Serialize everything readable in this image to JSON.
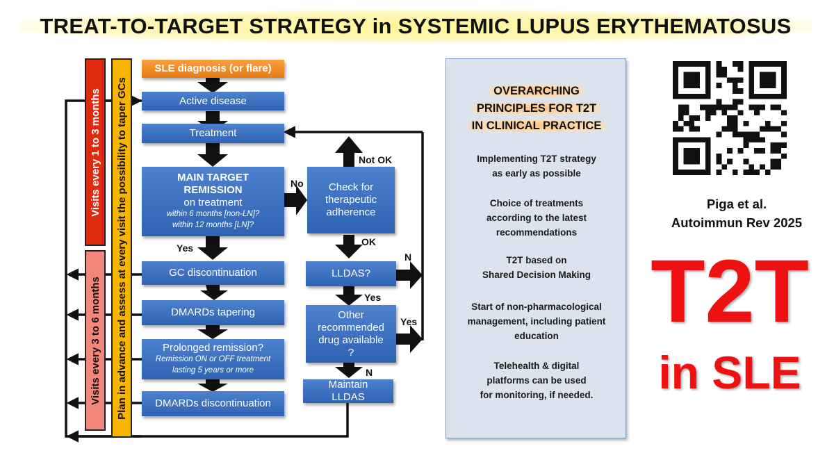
{
  "title": "TREAT-TO-TARGET STRATEGY in SYSTEMIC LUPUS ERYTHEMATOSUS",
  "colors": {
    "box_blue": "#3a6fc0",
    "box_orange": "#f08a24",
    "bar_red": "#e02a10",
    "bar_salmon": "#f4877b",
    "bar_yellow": "#f7b500",
    "panel_bg": "#dbe3ee",
    "accent_red": "#ee1111"
  },
  "sidebars": {
    "visits_1_3": "Visits every 1 to 3 months",
    "visits_3_6": "Visits every 3 to 6 months",
    "plan": "Plan in advance and assess at every visit the possibility to taper GCs"
  },
  "flow": {
    "diagnosis": "SLE diagnosis (or flare)",
    "active": "Active disease",
    "treatment": "Treatment",
    "main_target": {
      "line1": "MAIN TARGET",
      "line2": "REMISSION",
      "line3": "on treatment",
      "line4": "within 6 months [non-LN]?",
      "line5": "within 12 months [LN]?"
    },
    "gc_disc": "GC discontinuation",
    "dmards_taper": "DMARDs tapering",
    "prolonged": {
      "line1": "Prolonged remission?",
      "line2": "Remission ON or OFF treatment",
      "line3": "lasting 5 years or more"
    },
    "dmards_disc": "DMARDs discontinuation",
    "adherence": {
      "line1": "Check for",
      "line2": "therapeutic",
      "line3": "adherence"
    },
    "lldas": "LLDAS?",
    "other_drug": {
      "line1": "Other",
      "line2": "recommended",
      "line3": "drug available",
      "line4": "?"
    },
    "maintain": {
      "line1": "Maintain",
      "line2": "LLDAS"
    }
  },
  "labels": {
    "yes_main": "Yes",
    "no_main": "No",
    "not_ok": "Not OK",
    "ok": "OK",
    "n_lldas": "N",
    "yes_lldas": "Yes",
    "yes_other": "Yes",
    "n_other": "N"
  },
  "panel": {
    "heading": [
      "OVERARCHING",
      "PRINCIPLES FOR T2T",
      "IN CLINICAL PRACTICE"
    ],
    "principles": [
      [
        "Implementing T2T strategy",
        "as early as possible"
      ],
      [
        "Choice of treatments",
        "according to the latest",
        "recommendations"
      ],
      [
        "T2T based on",
        "Shared Decision Making"
      ],
      [
        "Start of non-pharmacological",
        "management, including patient",
        "education"
      ],
      [
        "Telehealth & digital",
        "platforms can be used",
        "for monitoring, if needed."
      ]
    ]
  },
  "reference": {
    "line1": "Piga et al.",
    "line2": "Autoimmun Rev 2025"
  },
  "brand": {
    "big": "T2T",
    "sub": "in SLE"
  },
  "qr_icon": "qr-code-icon"
}
